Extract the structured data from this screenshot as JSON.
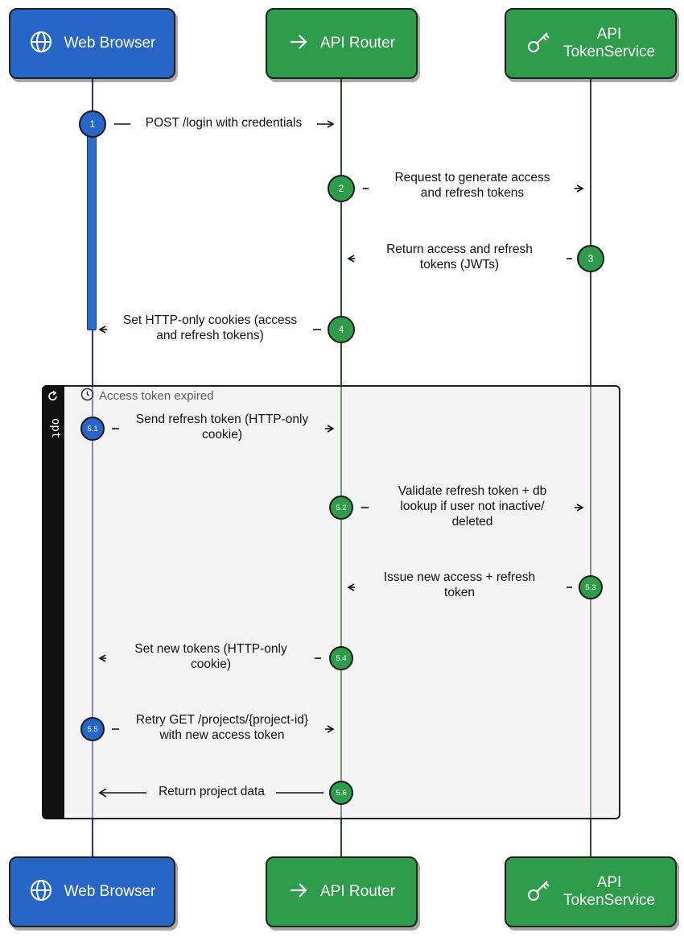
{
  "actors": {
    "browser": {
      "label": "Web Browser",
      "icon": "globe-icon",
      "color": "#2766c6"
    },
    "router": {
      "label": "API Router",
      "icon": "arrow-right-icon",
      "color": "#2e9c4b"
    },
    "token": {
      "label_line1": "API",
      "label_line2": "TokenService",
      "icon": "key-icon",
      "color": "#2e9c4b"
    }
  },
  "opt": {
    "kind": "opt",
    "title": "Access token expired",
    "icon": "clock-icon"
  },
  "messages": [
    {
      "step": "1",
      "line1": "POST /login with credentials",
      "line2": ""
    },
    {
      "step": "2",
      "line1": "Request to generate access",
      "line2": "and refresh tokens"
    },
    {
      "step": "3",
      "line1": "Return access and refresh",
      "line2": "tokens (JWTs)"
    },
    {
      "step": "4",
      "line1": "Set HTTP-only cookies (access",
      "line2": "and refresh tokens)"
    },
    {
      "step": "5.1",
      "line1": "Send refresh token (HTTP-only",
      "line2": "cookie)"
    },
    {
      "step": "5.2",
      "line1": "Validate refresh token + db",
      "line2": "lookup if user not inactive/",
      "line3": "deleted"
    },
    {
      "step": "5.3",
      "line1": "Issue new access + refresh",
      "line2": "token"
    },
    {
      "step": "5.4",
      "line1": "Set new tokens (HTTP-only",
      "line2": "cookie)"
    },
    {
      "step": "5.5",
      "line1": "Retry GET /projects/{project-id}",
      "line2": "with new access token"
    },
    {
      "step": "5.6",
      "line1": "Return project data",
      "line2": ""
    }
  ]
}
